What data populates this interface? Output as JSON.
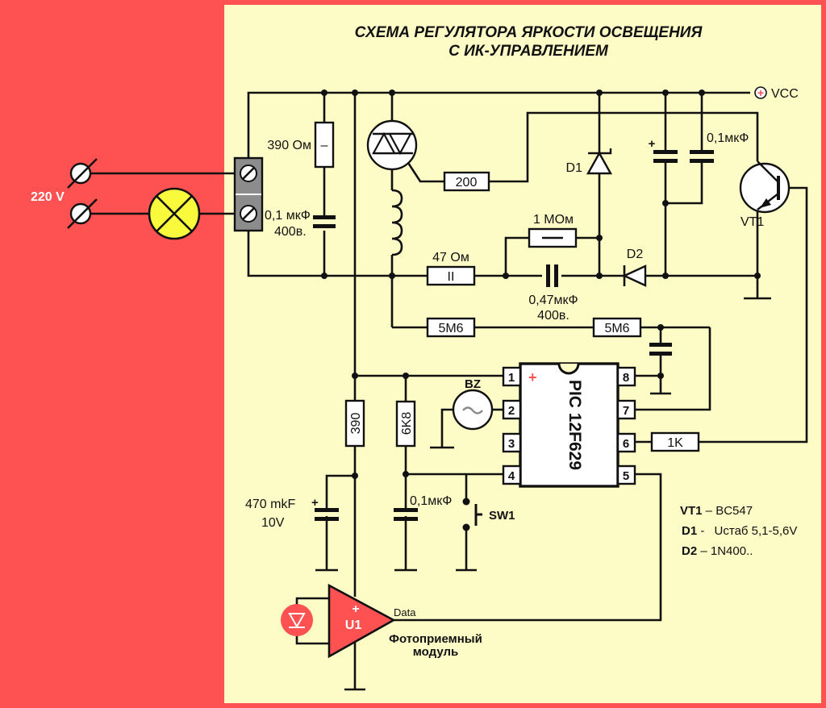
{
  "title": {
    "line1": "СХЕМА РЕГУЛЯТОРА ЯРКОСТИ ОСВЕЩЕНИЯ",
    "line2": "С ИК-УПРАВЛЕНИЕМ"
  },
  "colors": {
    "background": "#fe5151",
    "panel": "#fefcc6",
    "lamp": "#fafa3c",
    "terminal_block": "#8c8c8c",
    "accent_red": "#fe5151"
  },
  "mains": {
    "voltage_label": "220 V"
  },
  "power": {
    "vcc_label": "VCC",
    "vcc_symbol": "+"
  },
  "components": {
    "r_390_ohm": {
      "value": "390 Ом",
      "mark": "–"
    },
    "c_snubber": {
      "value": "0,1 мкФ",
      "voltage": "400в."
    },
    "r_200": {
      "value": "200"
    },
    "r_47_ohm": {
      "value": "47 Ом",
      "mark": "II"
    },
    "r_1mohm": {
      "value": "1 МОм"
    },
    "c_047": {
      "value": "0,47мкФ",
      "voltage": "400в."
    },
    "d1": {
      "label": "D1"
    },
    "d2": {
      "label": "D2"
    },
    "c_electrolytic_plus": "+",
    "c_01_vcc": {
      "value": "0,1мкФ"
    },
    "vt1": {
      "label": "VT1"
    },
    "r_5m6_a": {
      "value": "5M6"
    },
    "r_5m6_b": {
      "value": "5M6"
    },
    "r_1k": {
      "value": "1K"
    },
    "r_390": {
      "value": "390"
    },
    "r_6k8": {
      "value": "6K8"
    },
    "c_470": {
      "value": "470 mkF",
      "voltage": "10V",
      "plus": "+"
    },
    "c_01_reset": {
      "value": "0,1мкФ"
    },
    "sw1": {
      "label": "SW1"
    },
    "bz": {
      "label": "BZ"
    },
    "u1": {
      "label": "U1",
      "plus": "+",
      "output": "Data",
      "caption_line1": "Фотоприемный",
      "caption_line2": "модуль"
    }
  },
  "ic": {
    "name": "PIC 12F629",
    "plus_mark": "+",
    "pins_left": [
      "1",
      "2",
      "3",
      "4"
    ],
    "pins_right": [
      "8",
      "7",
      "6",
      "5"
    ]
  },
  "legend": [
    {
      "ref": "VT1",
      "sep": " – ",
      "desc": "BC547"
    },
    {
      "ref": "D1",
      "sep": " - ",
      "desc": "Uстаб 5,1-5,6V"
    },
    {
      "ref": "D2",
      "sep": " – ",
      "desc": "1N400.."
    }
  ]
}
